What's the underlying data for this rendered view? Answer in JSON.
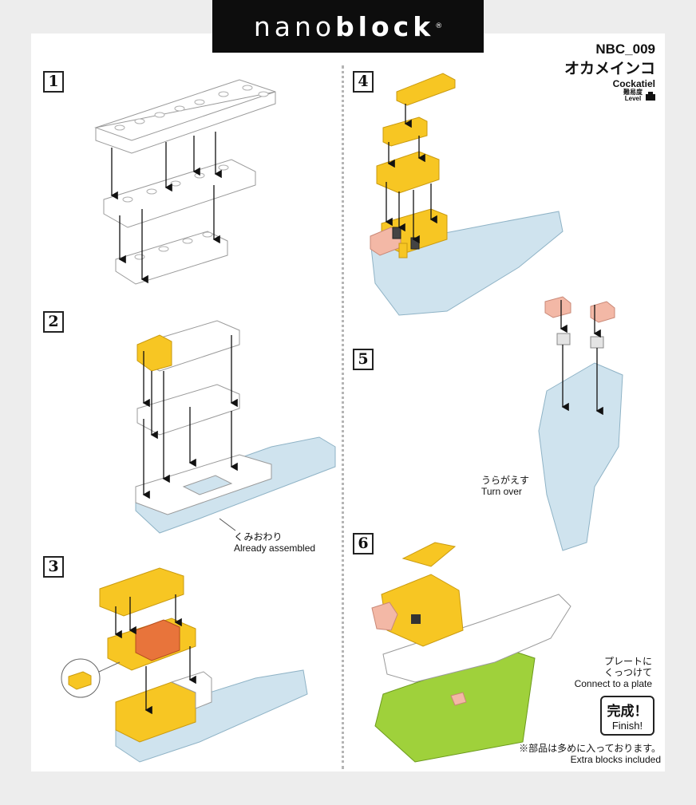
{
  "header": {
    "brand_light": "nano",
    "brand_bold": "block",
    "registered": "®"
  },
  "model": {
    "code": "NBC_009",
    "name_jp": "オカメインコ",
    "name_en": "Cockatiel",
    "level_jp": "難易度",
    "level_en": "Level"
  },
  "steps": [
    {
      "number": "1"
    },
    {
      "number": "2",
      "note_jp": "くみおわり",
      "note_en": "Already assembled"
    },
    {
      "number": "3"
    },
    {
      "number": "4"
    },
    {
      "number": "5",
      "note_jp": "うらがえす",
      "note_en": "Turn over"
    },
    {
      "number": "6",
      "note_jp_1": "プレートに",
      "note_jp_2": "くっつけて",
      "note_en": "Connect to a plate"
    }
  ],
  "finish": {
    "jp": "完成！",
    "en": "Finish!"
  },
  "footer": {
    "extra_jp": "※部品は多めに入っております。",
    "extra_en": "Extra blocks included"
  },
  "colors": {
    "white_brick": "#ffffff",
    "blue_brick": "#cfe3ee",
    "yellow_brick": "#f7c623",
    "orange_brick": "#e8743b",
    "pink_brick": "#f3b8a6",
    "gray_brick": "#d9d9d9",
    "dark_brick": "#444444",
    "green_plate": "#9fd13b"
  },
  "icons": [
    "arrow-down-icon",
    "level-block-icon"
  ]
}
